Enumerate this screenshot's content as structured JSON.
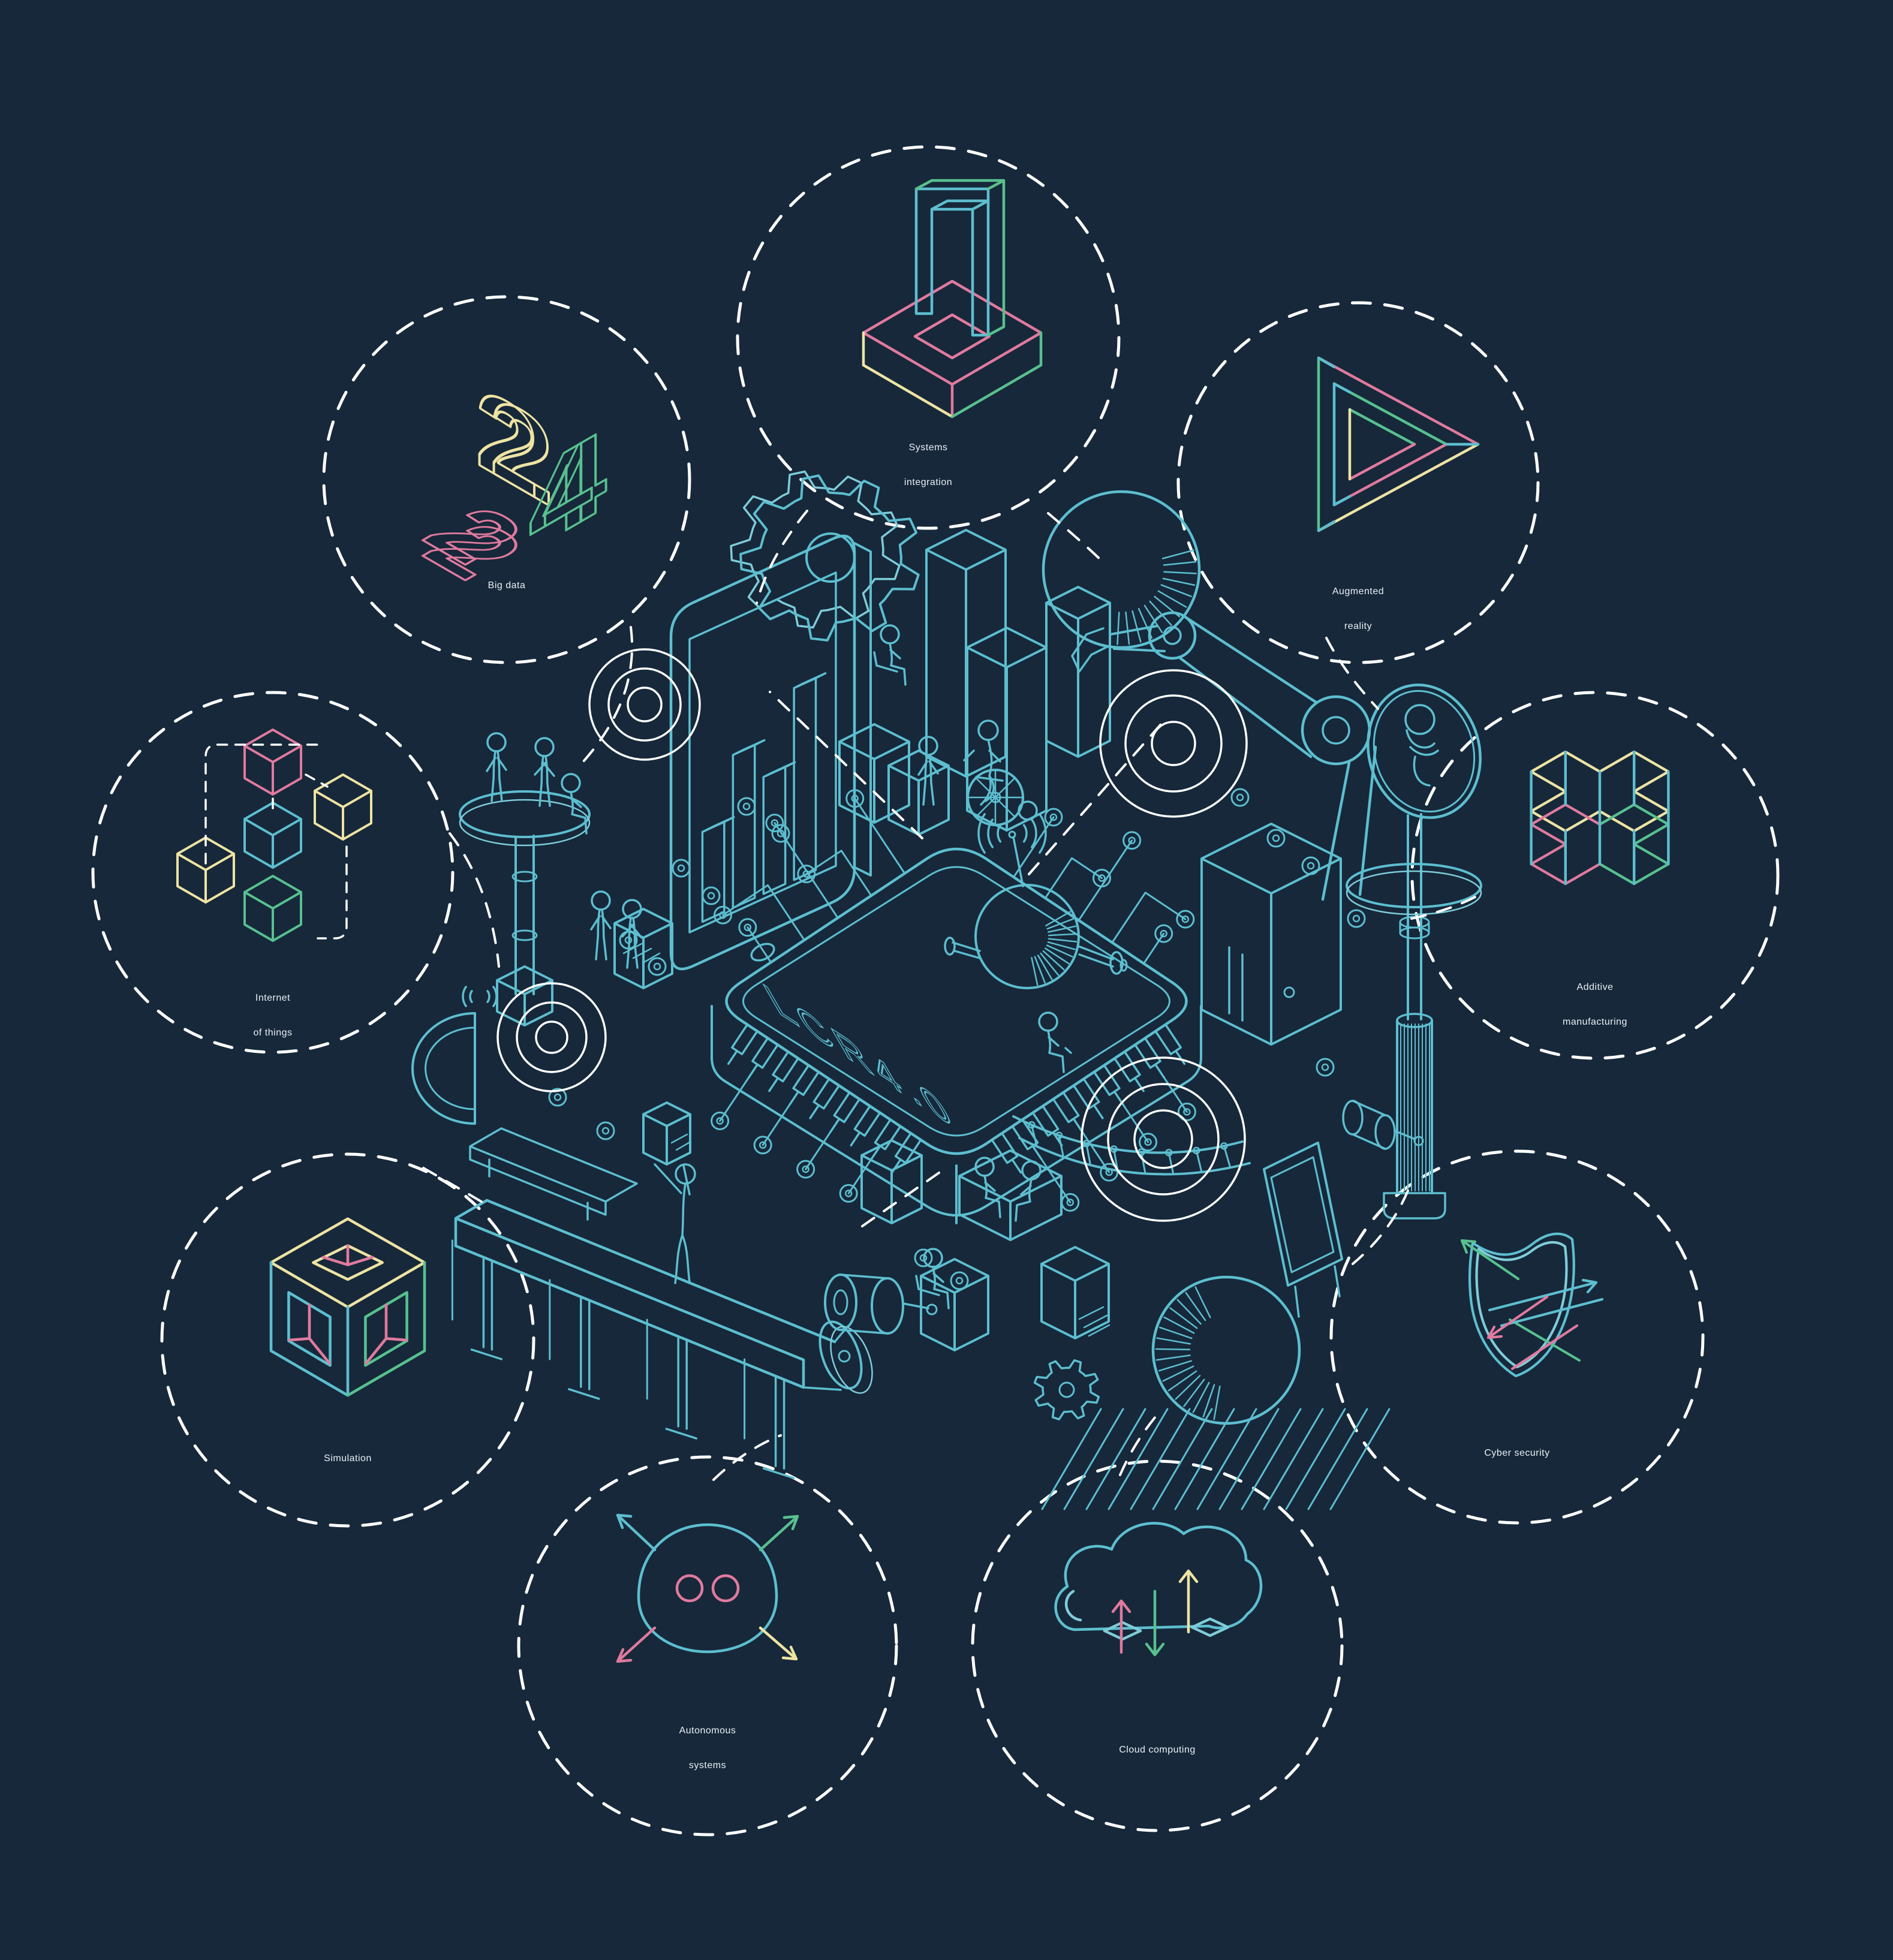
{
  "palette": {
    "background": "#16283a",
    "line_teal": "#5dbecf",
    "line_bright": "#86cfdc",
    "white": "#ffffff",
    "pink": "#e07a9e",
    "green": "#58c08f",
    "yellow": "#eee3a3",
    "label_text": "#eaf0f4"
  },
  "center": {
    "chip_label": "LCR4.0",
    "illustration": "isometric-industry-4.0-factory-chip-scene"
  },
  "nodes": [
    {
      "id": "systems-integration",
      "label": "Systems integration",
      "label_lines": [
        "Systems",
        "integration"
      ],
      "icon": "impossible-frame-icon"
    },
    {
      "id": "big-data",
      "label": "Big data",
      "label_lines": [
        "Big data"
      ],
      "icon": "isometric-24-icon",
      "glyphs": [
        "2",
        "4",
        "2"
      ]
    },
    {
      "id": "augmented-reality",
      "label": "Augmented reality",
      "label_lines": [
        "Augmented",
        "reality"
      ],
      "icon": "penrose-triangle-icon"
    },
    {
      "id": "internet-of-things",
      "label": "Internet of things",
      "label_lines": [
        "Internet",
        "of things"
      ],
      "icon": "linked-cubes-icon"
    },
    {
      "id": "additive-manufacturing",
      "label": "Additive manufacturing",
      "label_lines": [
        "Additive",
        "manufacturing"
      ],
      "icon": "isometric-cross-icon"
    },
    {
      "id": "simulation",
      "label": "Simulation",
      "label_lines": [
        "Simulation"
      ],
      "icon": "hollow-cube-icon"
    },
    {
      "id": "cyber-security",
      "label": "Cyber security",
      "label_lines": [
        "Cyber security"
      ],
      "icon": "shield-arrows-icon"
    },
    {
      "id": "autonomous-systems",
      "label": "Autonomous systems",
      "label_lines": [
        "Autonomous",
        "systems"
      ],
      "icon": "robot-head-arrows-icon"
    },
    {
      "id": "cloud-computing",
      "label": "Cloud computing",
      "label_lines": [
        "Cloud computing"
      ],
      "icon": "cloud-arrows-icon"
    }
  ]
}
